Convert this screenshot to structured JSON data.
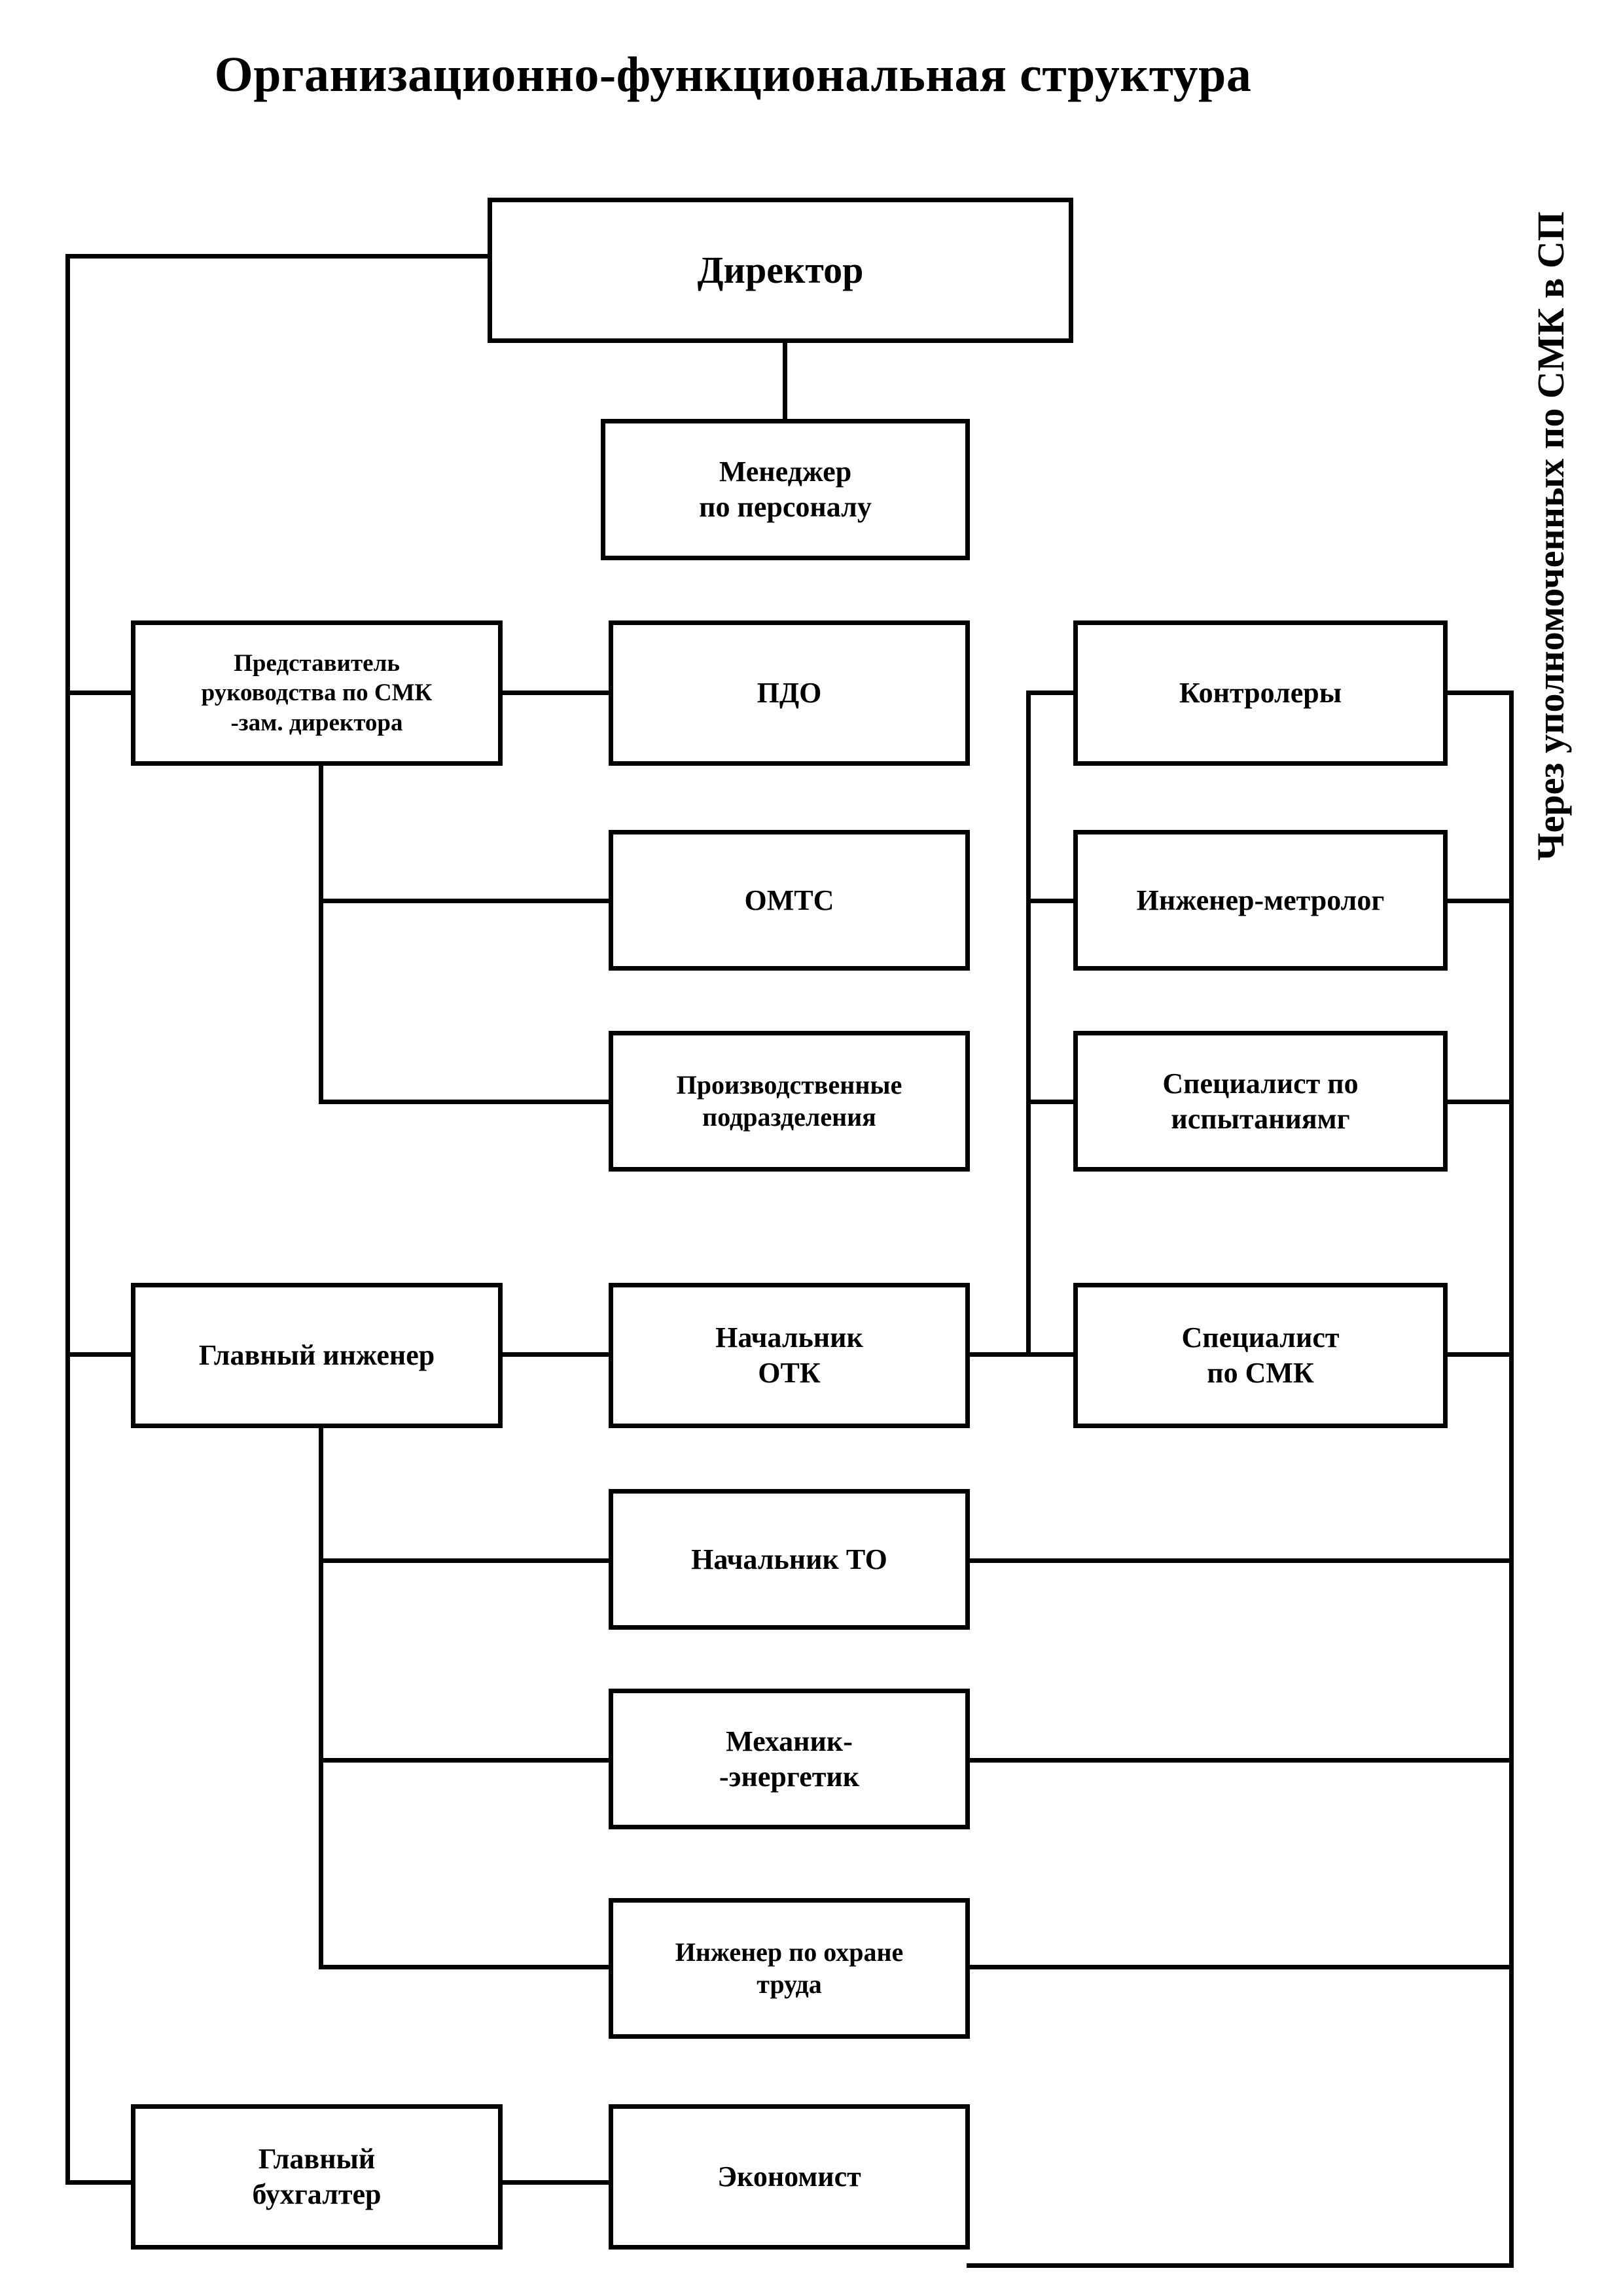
{
  "title": "Организационно-функциональная структура",
  "side_caption": "Через уполномоченных по СМК в СП",
  "colors": {
    "line": "#000000",
    "background": "#ffffff",
    "text": "#000000"
  },
  "nodes": {
    "director": "Директор",
    "hr_manager": "Менеджер\nпо персоналу",
    "qms_representative": "Представитель\nруководства по СМК\n-зам. директора",
    "pdo": "ПДО",
    "controllers": "Контролеры",
    "omts": "ОМТС",
    "metrologist": "Инженер-метролог",
    "production_units": "Производственные\nподразделения",
    "testing_specialist": "Специалист по\nиспытаниямг",
    "chief_engineer": "Главный инженер",
    "otk_head": "Начальник\nОТК",
    "qms_specialist": "Специалист\nпо СМК",
    "to_head": "Начальник    ТО",
    "mechanic_power": "Механик-\n-энергетик",
    "safety_engineer": "Инженер по охране\nтруда",
    "chief_accountant": "Главный\nбухгалтер",
    "economist": "Экономист"
  }
}
